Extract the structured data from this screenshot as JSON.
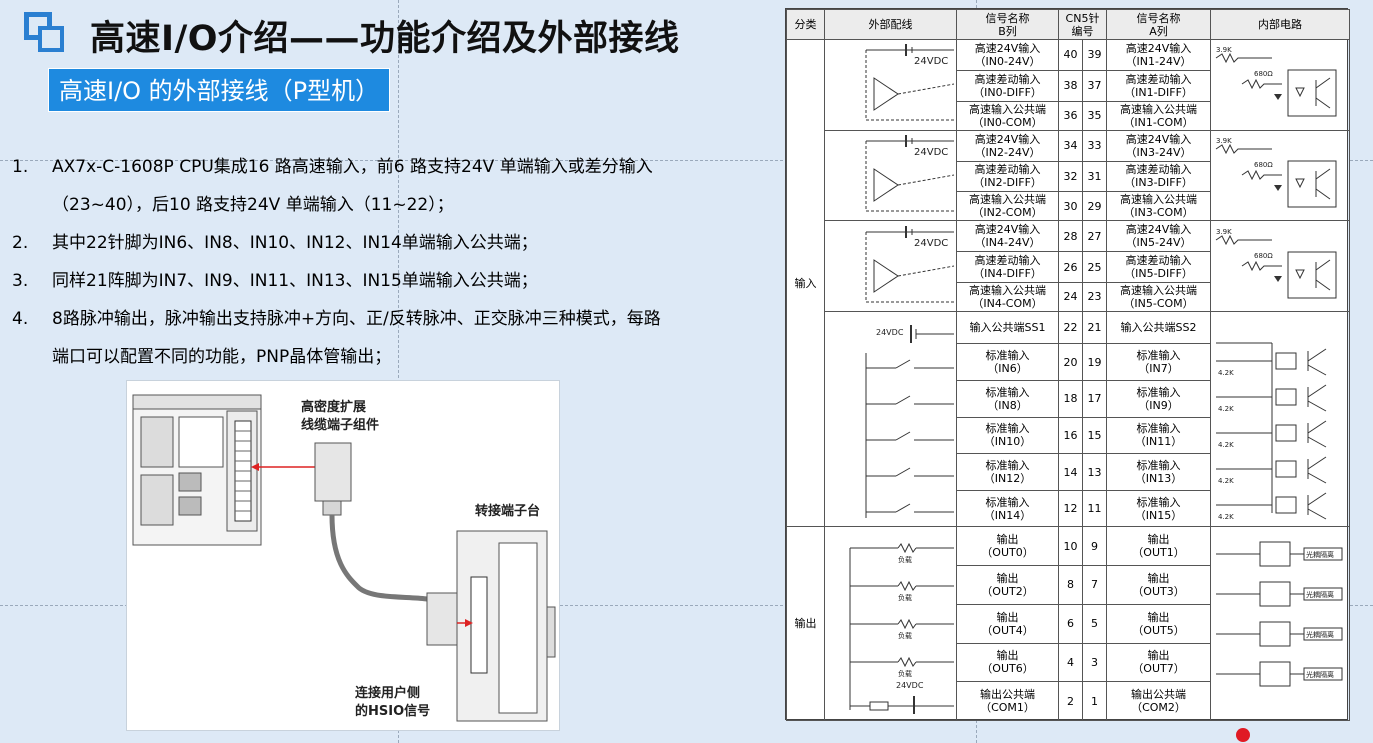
{
  "title": "高速I/O介绍——功能介绍及外部接线",
  "subtitle": "高速I/O 的外部接线（P型机）",
  "list": [
    {
      "num": "1.",
      "text": "AX7x-C-1608P CPU集成16 路高速输入，前6 路支持24V 单端输入或差分输入（23~40），后10 路支持24V 单端输入（11~22）；"
    },
    {
      "num": "2.",
      "text": "其中22针脚为IN6、IN8、IN10、IN12、IN14单端输入公共端；"
    },
    {
      "num": "3.",
      "text": "同样21阵脚为IN7、IN9、IN11、IN13、IN15单端输入公共端；"
    },
    {
      "num": "4.",
      "text": "8路脉冲输出，脉冲输出支持脉冲+方向、正/反转脉冲、正交脉冲三种模式，每路端口可以配置不同的功能，PNP晶体管输出；"
    }
  ],
  "figure": {
    "label_expansion": "高密度扩展\n线缆端子组件",
    "label_terminal": "转接端子台",
    "label_user": "连接用户侧\n的HSIO信号"
  },
  "table": {
    "headers": {
      "category": "分类",
      "wiring": "外部配线",
      "sig_b": "信号名称\nB列",
      "cn5": "CN5针\n编号",
      "sig_a": "信号名称\nA列",
      "internal": "内部电路"
    },
    "cat_input": "输入",
    "cat_output": "输出",
    "supply": "24VDC",
    "load": "负载",
    "fuse": "保险丝",
    "r1": "3.9K",
    "r2": "680Ω",
    "r3": "4.2K",
    "opto": "光耦隔离",
    "rows": [
      {
        "b": "高速24V输入\n（IN0-24V）",
        "pb": "40",
        "pa": "39",
        "a": "高速24V输入\n（IN1-24V）"
      },
      {
        "b": "高速差动输入\n（IN0-DIFF）",
        "pb": "38",
        "pa": "37",
        "a": "高速差动输入\n（IN1-DIFF）"
      },
      {
        "b": "高速输入公共端\n（IN0-COM）",
        "pb": "36",
        "pa": "35",
        "a": "高速输入公共端\n（IN1-COM）"
      },
      {
        "b": "高速24V输入\n（IN2-24V）",
        "pb": "34",
        "pa": "33",
        "a": "高速24V输入\n（IN3-24V）"
      },
      {
        "b": "高速差动输入\n（IN2-DIFF）",
        "pb": "32",
        "pa": "31",
        "a": "高速差动输入\n（IN3-DIFF）"
      },
      {
        "b": "高速输入公共端\n（IN2-COM）",
        "pb": "30",
        "pa": "29",
        "a": "高速输入公共端\n（IN3-COM）"
      },
      {
        "b": "高速24V输入\n（IN4-24V）",
        "pb": "28",
        "pa": "27",
        "a": "高速24V输入\n（IN5-24V）"
      },
      {
        "b": "高速差动输入\n（IN4-DIFF）",
        "pb": "26",
        "pa": "25",
        "a": "高速差动输入\n（IN5-DIFF）"
      },
      {
        "b": "高速输入公共端\n（IN4-COM）",
        "pb": "24",
        "pa": "23",
        "a": "高速输入公共端\n（IN5-COM）"
      },
      {
        "b": "输入公共端SS1",
        "pb": "22",
        "pa": "21",
        "a": "输入公共端SS2"
      },
      {
        "b": "标准输入\n（IN6）",
        "pb": "20",
        "pa": "19",
        "a": "标准输入\n（IN7）"
      },
      {
        "b": "标准输入\n（IN8）",
        "pb": "18",
        "pa": "17",
        "a": "标准输入\n（IN9）"
      },
      {
        "b": "标准输入\n（IN10）",
        "pb": "16",
        "pa": "15",
        "a": "标准输入\n（IN11）"
      },
      {
        "b": "标准输入\n（IN12）",
        "pb": "14",
        "pa": "13",
        "a": "标准输入\n（IN13）"
      },
      {
        "b": "标准输入\n（IN14）",
        "pb": "12",
        "pa": "11",
        "a": "标准输入\n（IN15）"
      },
      {
        "b": "输出\n（OUT0）",
        "pb": "10",
        "pa": "9",
        "a": "输出\n（OUT1）"
      },
      {
        "b": "输出\n（OUT2）",
        "pb": "8",
        "pa": "7",
        "a": "输出\n（OUT3）"
      },
      {
        "b": "输出\n（OUT4）",
        "pb": "6",
        "pa": "5",
        "a": "输出\n（OUT5）"
      },
      {
        "b": "输出\n（OUT6）",
        "pb": "4",
        "pa": "3",
        "a": "输出\n（OUT7）"
      },
      {
        "b": "输出公共端\n（COM1）",
        "pb": "2",
        "pa": "1",
        "a": "输出公共端\n（COM2）"
      }
    ]
  }
}
